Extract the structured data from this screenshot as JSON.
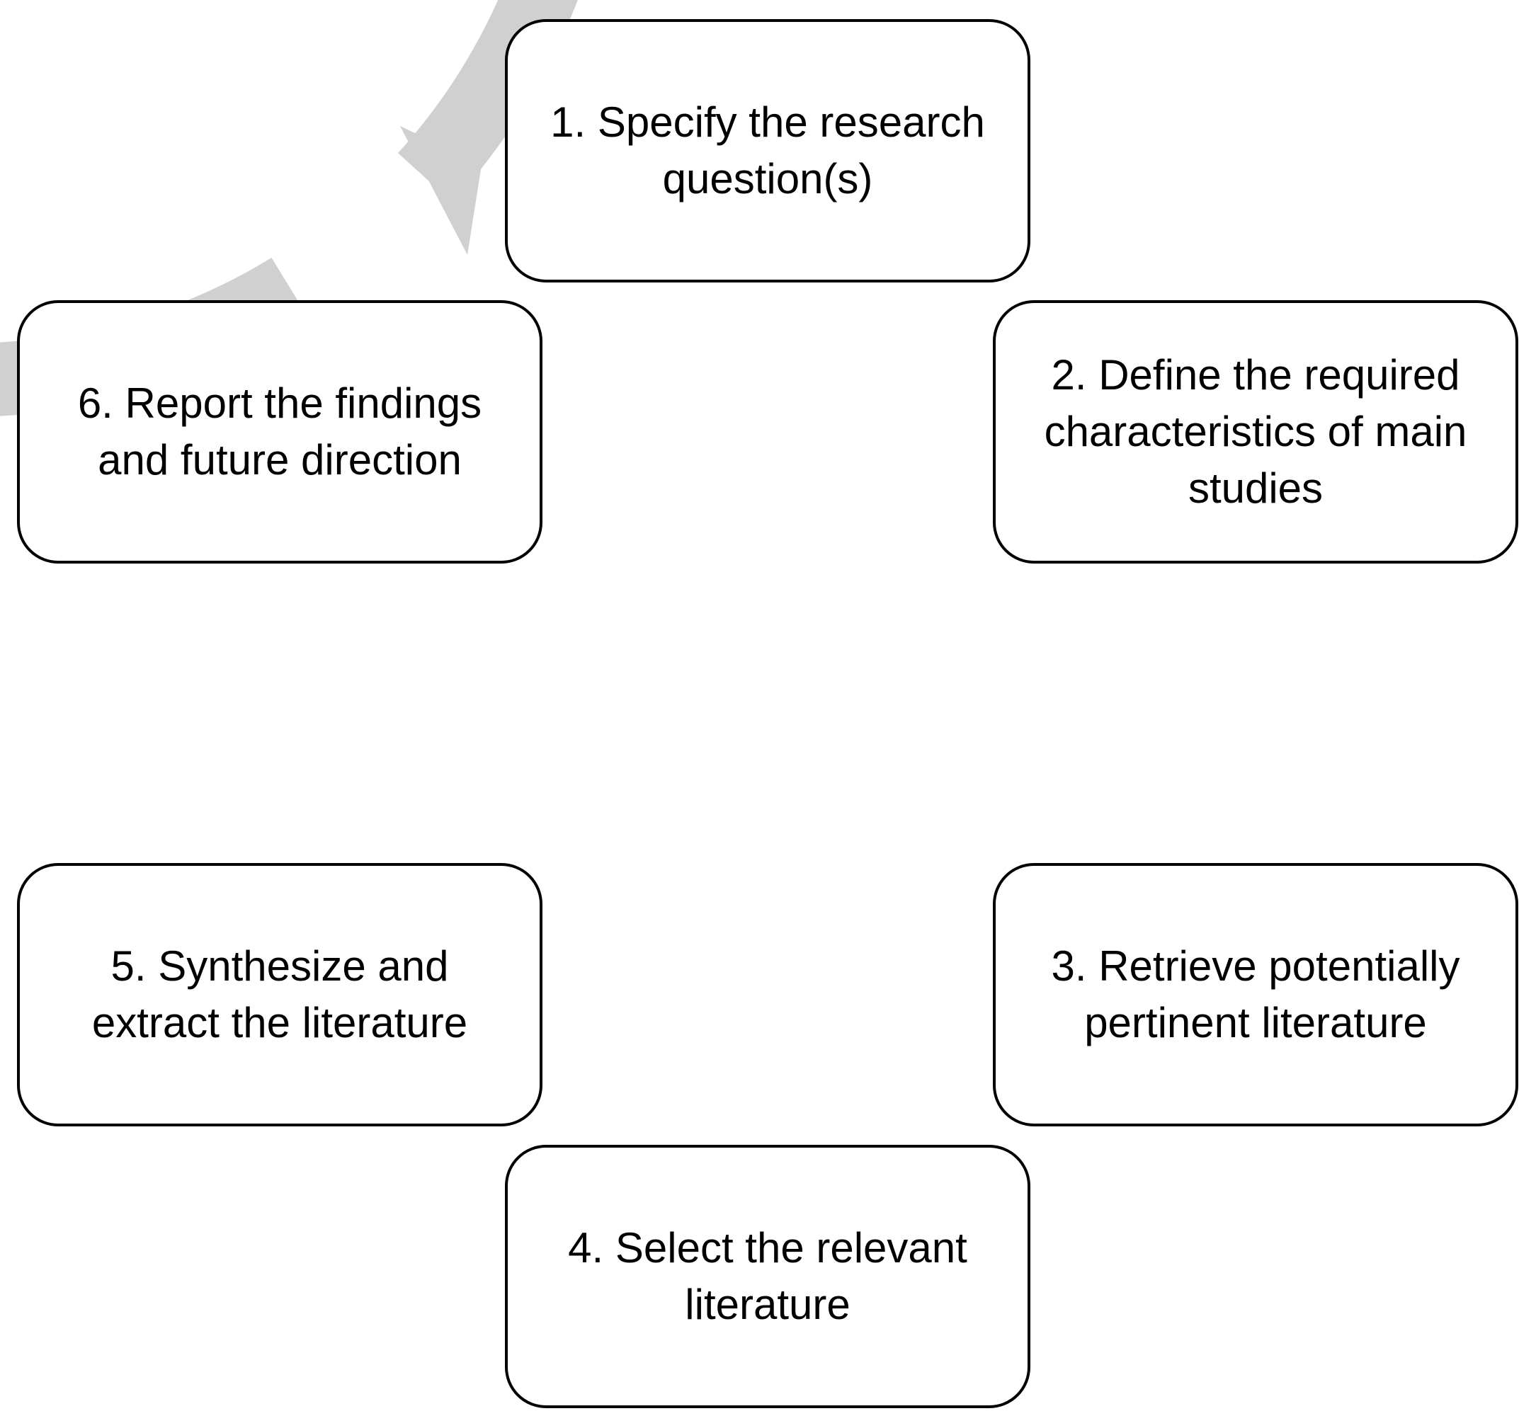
{
  "diagram": {
    "ring_color": "#d0d0d0",
    "box_border_color": "#000000",
    "box_fill_color": "#ffffff",
    "steps": [
      {
        "id": 1,
        "label": "1. Specify the research question(s)"
      },
      {
        "id": 2,
        "label": "2. Define the required characteristics of main studies"
      },
      {
        "id": 3,
        "label": "3. Retrieve potentially pertinent literature"
      },
      {
        "id": 4,
        "label": "4. Select the relevant literature"
      },
      {
        "id": 5,
        "label": "5. Synthesize and extract the literature"
      },
      {
        "id": 6,
        "label": "6. Report the findings and future direction"
      }
    ]
  }
}
